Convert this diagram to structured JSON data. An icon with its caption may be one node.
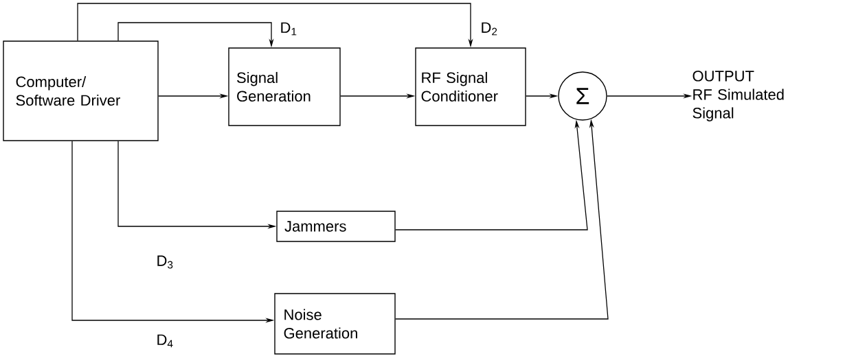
{
  "diagram": {
    "nodes": [
      {
        "text": [
          "Computer/ Software Driver"
        ]
      },
      {
        "text": [
          "Signal Generation"
        ]
      },
      {
        "text": [
          "RF Signal Conditioner"
        ]
      },
      {
        "text": [
          "Σ"
        ]
      },
      {
        "text": [
          "OUTPUT",
          "RF Simulated Signal"
        ]
      },
      {
        "text": [
          "Jammers"
        ]
      },
      {
        "text": [
          "Noise Generation"
        ]
      }
    ],
    "edges": [
      {
        "from": 0,
        "to": 1,
        "arrow": "to"
      },
      {
        "from": 1,
        "to": 2,
        "arrow": "to"
      },
      {
        "from": 2,
        "to": 3,
        "arrow": "to"
      },
      {
        "from": 3,
        "to": 4,
        "arrow": "to"
      },
      {
        "from": 0,
        "to": 1,
        "arrow": "to",
        "label": "D$_{1}$"
      },
      {
        "from": 0,
        "to": 2,
        "arrow": "to",
        "label": "D$_{2}$"
      },
      {
        "from": 0,
        "to": 5,
        "arrow": "to",
        "label": "D$_{3}$"
      },
      {
        "from": 0,
        "to": 6,
        "arrow": "to",
        "label": "D$_{4}$"
      },
      {
        "from": 5,
        "to": 3,
        "arrow": "to"
      },
      {
        "from": 6,
        "to": 3,
        "arrow": "to"
      }
    ]
  }
}
